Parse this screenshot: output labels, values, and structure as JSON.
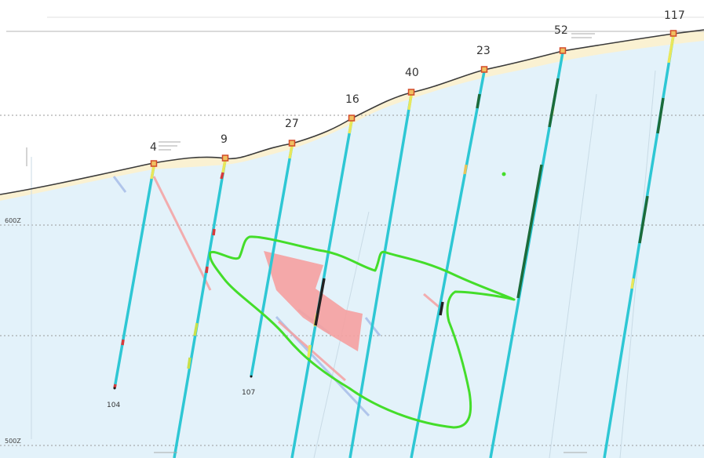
{
  "section": {
    "levels": [
      {
        "label": "600Z"
      },
      {
        "label": "500Z"
      }
    ]
  },
  "drillholes": [
    {
      "id": "4",
      "end_label": "104"
    },
    {
      "id": "9",
      "end_label": ""
    },
    {
      "id": "27",
      "end_label": "107"
    },
    {
      "id": "16",
      "end_label": ""
    },
    {
      "id": "40",
      "end_label": ""
    },
    {
      "id": "23",
      "end_label": ""
    },
    {
      "id": "52",
      "end_label": ""
    },
    {
      "id": "117",
      "end_label": ""
    }
  ],
  "colors": {
    "background": "#e3f2fa",
    "topography": "#3a3a3a",
    "drillhole": "#2ec7d4",
    "collar": "#d24a2a",
    "interpretation_outline": "#44dd2a",
    "mineralized_zone": "#f5a0a0",
    "structures_blue": "#9fb6e6",
    "grid_line": "#9a9a9a",
    "overburden": "#faf1d2",
    "high_grade": "#1c6b3a",
    "intercept_yellow": "#e9e75a",
    "intercept_red": "#d73a3a"
  }
}
